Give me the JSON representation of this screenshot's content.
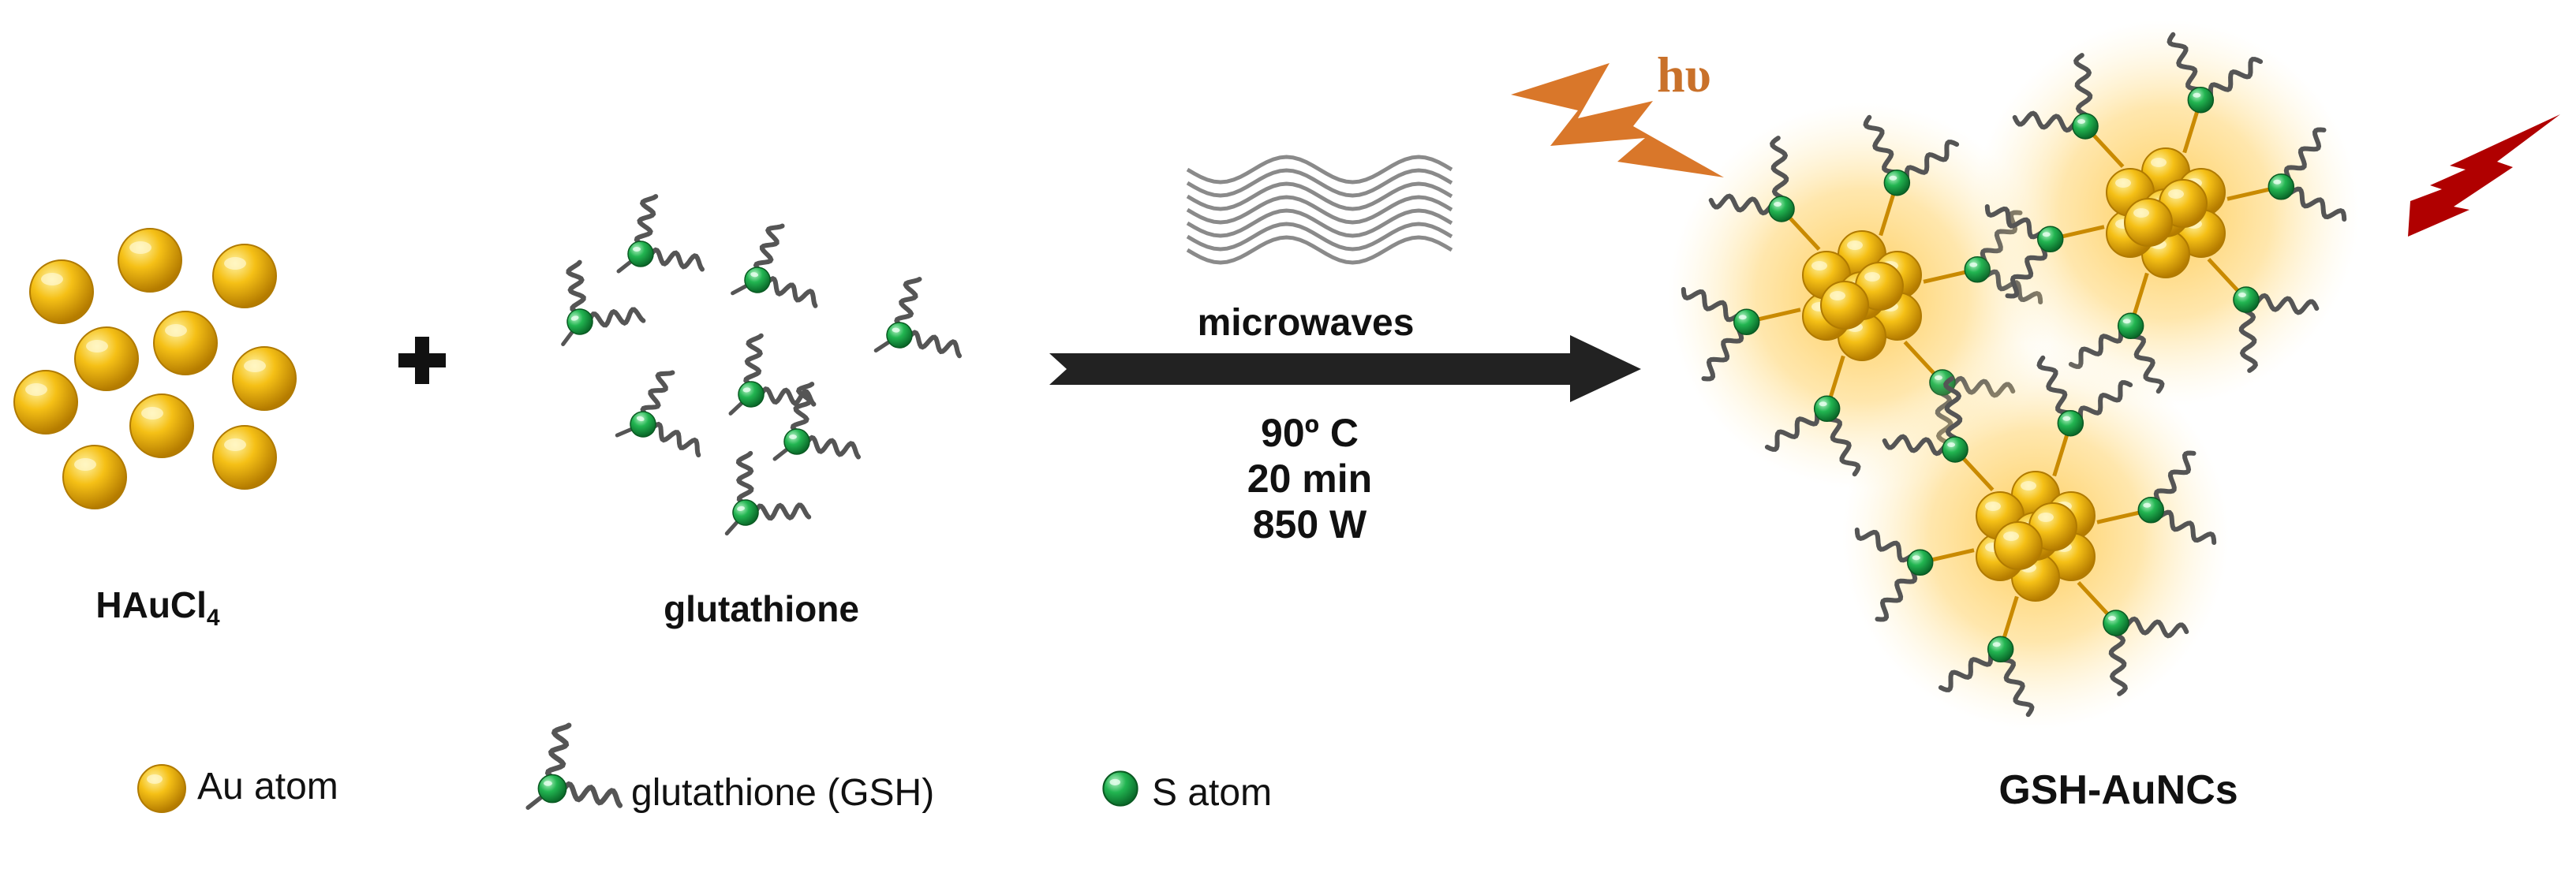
{
  "reactants": {
    "hauCl4_label_main": "HAuCl",
    "hauCl4_label_sub": "4",
    "plus_symbol": "+",
    "glutathione_label": "glutathione"
  },
  "reaction": {
    "method_label": "microwaves",
    "conditions": [
      "90º C",
      "20 min",
      "850 W"
    ],
    "light_label": "hυ"
  },
  "product": {
    "label": "GSH-AuNCs"
  },
  "legend": {
    "au_atom": "Au atom",
    "gsh": "glutathione (GSH)",
    "s_atom": "S atom"
  },
  "colors": {
    "gold": "#f2b705",
    "gold_dark": "#c98a00",
    "sulfur_green": "#1fa84a",
    "chain_gray": "#555555",
    "arrow_dark": "#222222",
    "incident_light": "#d9772a",
    "emission_red": "#b00000",
    "glow": "#ffc94d"
  }
}
